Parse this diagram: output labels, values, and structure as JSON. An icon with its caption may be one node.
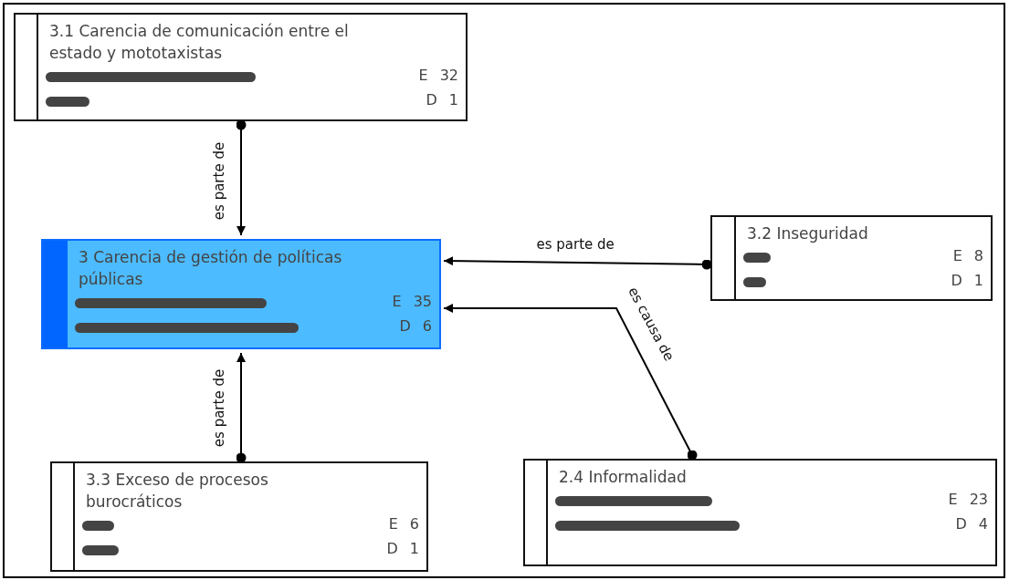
{
  "diagram": {
    "nodes": [
      {
        "text": [
          "3.1 Carencia de comunicación entre el estado y mototaxistas",
          "E 32",
          "D 1"
        ]
      },
      {
        "text": [
          "3 Carencia de gestión de políticas públicas",
          "E 35",
          "D 6"
        ]
      },
      {
        "text": [
          "3.2 Inseguridad",
          "E 8",
          "D 1"
        ]
      },
      {
        "text": [
          "2.4 Informalidad",
          "E 23",
          "D 4"
        ]
      },
      {
        "text": [
          "3.3 Exceso de procesos burocráticos",
          "E 6",
          "D 1"
        ]
      }
    ],
    "edges": [
      {
        "from": 0,
        "to": 1,
        "arrow": "to",
        "label": "es parte de"
      },
      {
        "from": 2,
        "to": 1,
        "arrow": "to",
        "label": "es parte de"
      },
      {
        "from": 4,
        "to": 1,
        "arrow": "to",
        "label": "es parte de"
      },
      {
        "from": 3,
        "to": 1,
        "arrow": "to",
        "label": "es causa de"
      }
    ]
  }
}
